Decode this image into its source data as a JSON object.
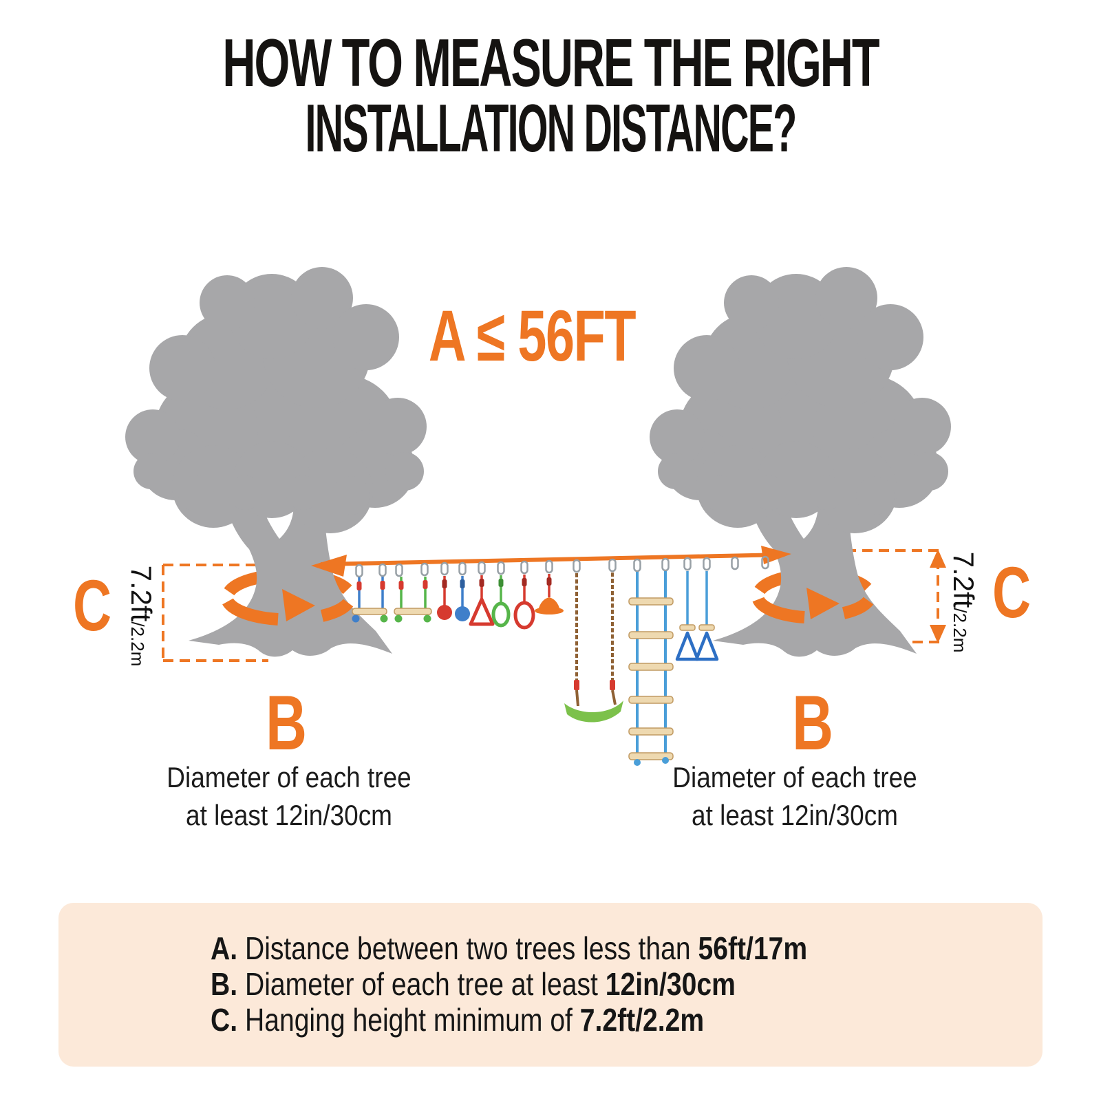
{
  "title": {
    "line1": "HOW TO MEASURE THE RIGHT",
    "line2": "INSTALLATION DISTANCE?"
  },
  "diagram": {
    "distance_label": "A ≤ 56FT",
    "left": {
      "c": "C",
      "height": "7.2ft",
      "height_alt": "/2.2m",
      "b": "B",
      "caption1": "Diameter of each tree",
      "caption2": "at least 12in/30cm"
    },
    "right": {
      "c": "C",
      "height": "7.2ft",
      "height_alt": "/2.2m",
      "b": "B",
      "caption1": "Diameter of each tree",
      "caption2": "at least 12in/30cm"
    }
  },
  "legend": {
    "a_prefix": "A.",
    "a_text": " Distance between two trees less than ",
    "a_value": "56ft/17m",
    "b_prefix": "B.",
    "b_text": " Diameter of each tree at least ",
    "b_value": "12in/30cm",
    "c_prefix": "C.",
    "c_text": " Hanging height minimum of ",
    "c_value": "7.2ft/2.2m"
  },
  "colors": {
    "accent": "#EE7623",
    "tree": "#A7A7A9",
    "panel": "#FCE9D9"
  }
}
